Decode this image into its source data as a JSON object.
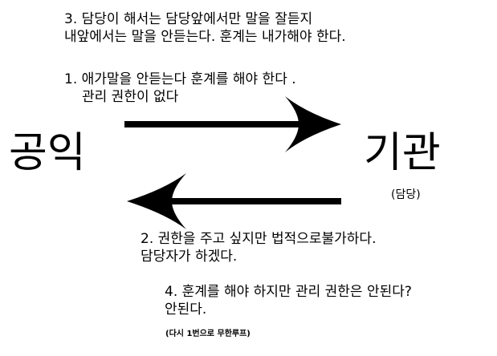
{
  "left_entity": "공익",
  "right_entity": "기관",
  "right_entity_sub": "(담당)",
  "note3": {
    "line1": "3. 담당이 해서는 담당앞에서만 말을 잘듣지",
    "line2": "내앞에서는 말을 안듣는다. 훈계는 내가해야 한다."
  },
  "note1": {
    "line1": "1. 애가말을 안듣는다 훈계를 해야 한다 .",
    "line2": "관리 권한이 없다"
  },
  "note2": {
    "line1": "2. 권한을 주고 싶지만 법적으로불가하다.",
    "line2": "담당자가 하겠다."
  },
  "note4": {
    "line1": "4. 훈계를 해야 하지만 관리 권한은 안된다?",
    "line2": "안된다."
  },
  "loop_note": "(다시 1번으로 무한루프)"
}
